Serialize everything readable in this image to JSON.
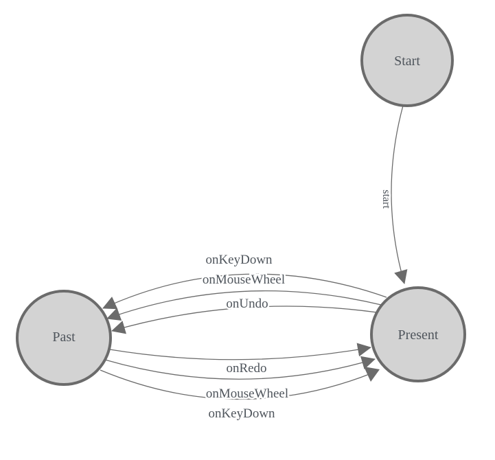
{
  "diagram": {
    "colors": {
      "node_fill": "#d3d3d3",
      "node_stroke": "#6b6b6b",
      "edge_stroke": "#6b6b6b",
      "arrow_fill": "#6b6b6b",
      "label_text": "#4f555c",
      "background": "#ffffff"
    },
    "nodes": [
      {
        "id": "start",
        "label": "Start"
      },
      {
        "id": "present",
        "label": "Present"
      },
      {
        "id": "past",
        "label": "Past"
      }
    ],
    "edges": {
      "start_edge": {
        "from": "Start",
        "to": "Present",
        "label": "start"
      },
      "present_to_past": [
        {
          "label": "onKeyDown"
        },
        {
          "label": "onMouseWheel"
        },
        {
          "label": "onUndo"
        }
      ],
      "past_to_present": [
        {
          "label": "onRedo"
        },
        {
          "label": "onMouseWheel"
        },
        {
          "label": "onKeyDown"
        }
      ]
    }
  }
}
